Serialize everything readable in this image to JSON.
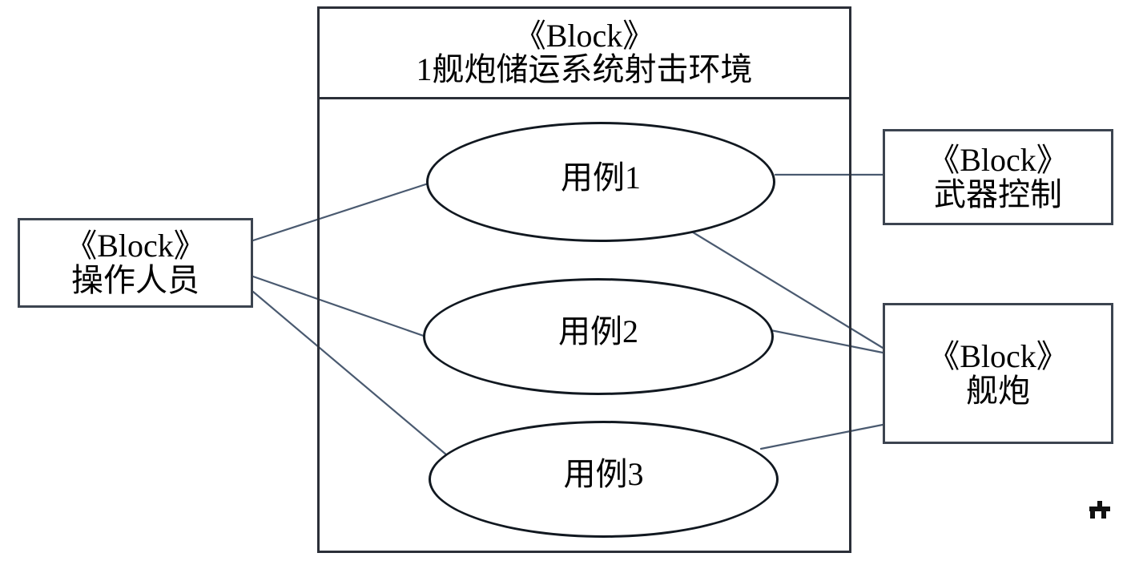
{
  "diagram": {
    "kind": "sysml-use-case-diagram",
    "stereotype": "《Block》",
    "line_color": "#4a5a70",
    "frame_color": "#2b2f38",
    "block_border_color": "#3c4450",
    "ellipse_border_color": "#111820"
  },
  "system": {
    "stereotype": "《Block》",
    "name": "1舰炮储运系统射击环境"
  },
  "actors": [
    {
      "id": "operator",
      "stereotype": "《Block》",
      "name": "操作人员"
    },
    {
      "id": "weapon-control",
      "stereotype": "《Block》",
      "name": "武器控制"
    },
    {
      "id": "naval-gun",
      "stereotype": "《Block》",
      "name": "舰炮"
    }
  ],
  "use_cases": [
    {
      "id": "uc1",
      "label": "用例1",
      "icon": "use-case-marker-icon"
    },
    {
      "id": "uc2",
      "label": "用例2",
      "icon": "use-case-marker-icon"
    },
    {
      "id": "uc3",
      "label": "用例3",
      "icon": "use-case-marker-icon"
    }
  ],
  "associations": [
    {
      "from": "operator",
      "to": "uc1"
    },
    {
      "from": "operator",
      "to": "uc2"
    },
    {
      "from": "operator",
      "to": "uc3"
    },
    {
      "from": "uc1",
      "to": "weapon-control"
    },
    {
      "from": "uc1",
      "to": "naval-gun"
    },
    {
      "from": "uc2",
      "to": "naval-gun"
    },
    {
      "from": "uc3",
      "to": "naval-gun"
    }
  ]
}
